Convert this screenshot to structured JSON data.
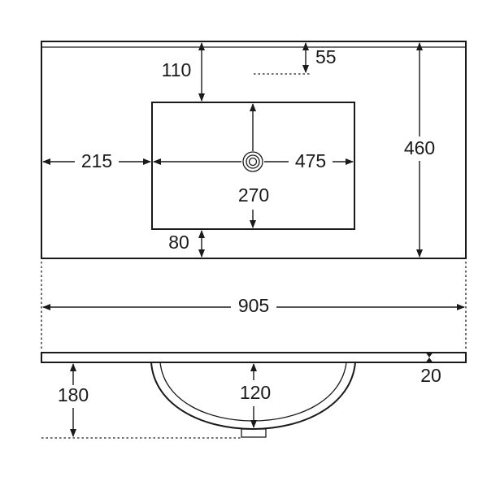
{
  "drawing": {
    "stroke_color": "#1a1a1a",
    "background": "#ffffff",
    "dimensions": {
      "overall_width": "905",
      "overall_depth": "460",
      "left_offset": "215",
      "basin_width": "475",
      "basin_depth": "270",
      "top_margin": "110",
      "tap_hole_offset": "55",
      "front_margin": "80",
      "side_height": "180",
      "bowl_depth": "120",
      "slab_thickness": "20"
    }
  }
}
